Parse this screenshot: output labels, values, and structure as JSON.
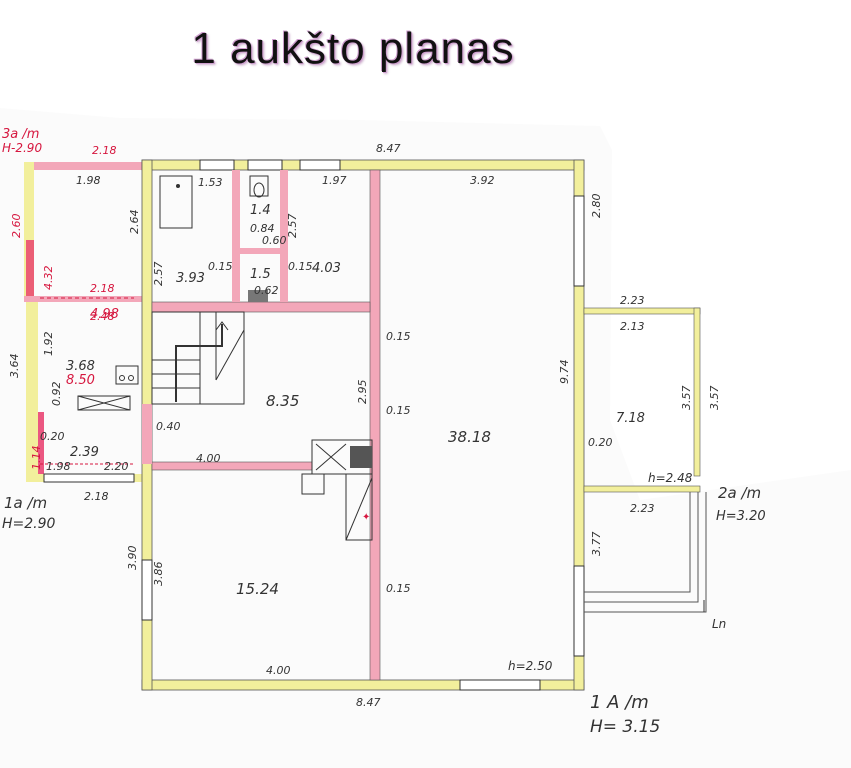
{
  "title": "1 aukšto planas",
  "colors": {
    "wall_yellow": "#f2ef9c",
    "wall_pink": "#f3a7b9",
    "wall_red": "#e8396b",
    "line": "#333333",
    "ink_red": "#d6173f",
    "paper": "#fbfbfb"
  },
  "notes": {
    "left_top_a": "3a /m",
    "left_top_b": "H-2.90",
    "left_mid_a": "1a /m",
    "left_mid_b": "H=2.90",
    "right_a": "2a /m",
    "right_b": "H=3.20",
    "bottom_a": "1 A /m",
    "bottom_b": "H= 3.15",
    "h_main": "h=2.50",
    "h_terrace": "h=2.48",
    "ln": "Ln"
  },
  "dims": {
    "top_total": "8.47",
    "bottom_total": "8.47",
    "top_left_red": "2.18",
    "left_room_top": "1.98",
    "left_side_260": "2.60",
    "left_side_432": "4.32",
    "left_side_364": "3.64",
    "left_192": "1.92",
    "left_2_18": "2.18",
    "left_2_48": "2.48",
    "left_0_92": "0.92",
    "left_0_20": "0.20",
    "left_1_14": "1.14",
    "left_1_98": "1.98",
    "left_220": "2.20",
    "left_bottom_218": "2.18",
    "wc_153": "1.53",
    "wc_257a": "2.57",
    "wc_264": "2.64",
    "wc_257b": "2.57",
    "wc_084": "0.84",
    "wc_060": "0.60",
    "wc_015a": "0.15",
    "wc_015b": "0.15",
    "wc_062": "0.62",
    "wc_197": "1.97",
    "main_392": "3.92",
    "right_280": "2.80",
    "stair_015": "0.15",
    "stair_295": "2.95",
    "stair_015b": "0.15",
    "main_974": "9.74",
    "ter_223_top": "2.23",
    "ter_213": "2.13",
    "ter_357a": "3.57",
    "ter_357b": "3.57",
    "ter_020": "0.20",
    "ter_223_bot": "2.23",
    "ter_377": "3.77",
    "hall_040": "0.40",
    "hall_400": "4.00",
    "kit_390": "3.90",
    "kit_386": "3.86",
    "kit_015": "0.15",
    "kit_400": "4.00"
  },
  "areas": {
    "bath": "3.93",
    "wc": "1.4",
    "hall_small": "1.5",
    "room_403": "4.03",
    "left_room": "4.98",
    "boiler": "3.68",
    "boiler_b": "8.50",
    "vest": "2.39",
    "stair_hall": "8.35",
    "living": "38.18",
    "terrace": "7.18",
    "kitchen": "15.24"
  }
}
